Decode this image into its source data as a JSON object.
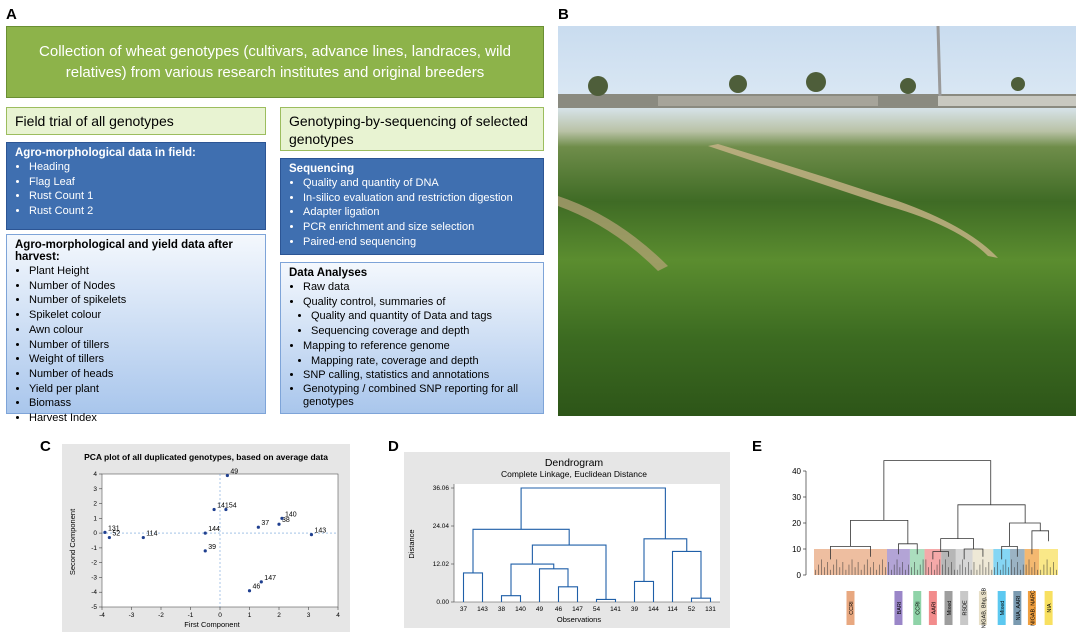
{
  "panels": {
    "a": "A",
    "b": "B",
    "c": "C",
    "d": "D",
    "e": "E"
  },
  "panel_a": {
    "title": "Collection of wheat genotypes (cultivars, advance lines, landraces, wild relatives) from various research institutes  and original breeders",
    "field_trial": "Field trial of all genotypes",
    "gbs": "Genotyping-by-sequencing of selected genotypes",
    "agro_field": {
      "header": "Agro-morphological data in field:",
      "items": [
        "Heading",
        "Flag Leaf",
        "Rust Count 1",
        "Rust Count 2"
      ]
    },
    "agro_harvest": {
      "header": "Agro-morphological and yield data after harvest:",
      "items": [
        "Plant Height",
        "Number of Nodes",
        "Number of spikelets",
        "Spikelet colour",
        "Awn colour",
        "Number of tillers",
        "Weight of tillers",
        "Number of heads",
        "Yield per plant",
        "Biomass",
        "Harvest Index"
      ]
    },
    "sequencing": {
      "header": "Sequencing",
      "items": [
        "Quality and quantity of DNA",
        "In-silico evaluation and restriction digestion",
        "Adapter ligation",
        "PCR enrichment and size selection",
        "Paired-end sequencing"
      ]
    },
    "analyses": {
      "header": "Data Analyses",
      "items": [
        "Raw data",
        "Quality control, summaries of",
        "Quality and quantity of Data and tags",
        "Sequencing coverage and depth",
        "Mapping to reference genome",
        "Mapping rate, coverage and depth",
        "SNP calling, statistics and annotations",
        "Genotyping / combined SNP reporting for all genotypes"
      ]
    }
  },
  "chart_data": [
    {
      "type": "scatter",
      "title": "PCA plot of all duplicated genotypes, based on average data",
      "xlabel": "First Component",
      "ylabel": "Second Component",
      "xlim": [
        -4,
        4
      ],
      "ylim": [
        -5,
        4
      ],
      "xticks": [
        "-4",
        "-3",
        "-2",
        "-1",
        "0",
        "1",
        "2",
        "3",
        "4"
      ],
      "yticks": [
        "-5",
        "-4",
        "-3",
        "-2",
        "-1",
        "0",
        "1",
        "2",
        "3",
        "4"
      ],
      "points": [
        {
          "label": "49",
          "x": 0.25,
          "y": 3.9
        },
        {
          "label": "141",
          "x": -0.2,
          "y": 1.6
        },
        {
          "label": "54",
          "x": 0.2,
          "y": 1.6
        },
        {
          "label": "131",
          "x": -3.9,
          "y": 0.05
        },
        {
          "label": "52",
          "x": -3.75,
          "y": -0.3
        },
        {
          "label": "114",
          "x": -2.6,
          "y": -0.3
        },
        {
          "label": "144",
          "x": -0.5,
          "y": 0.0
        },
        {
          "label": "39",
          "x": -0.5,
          "y": -1.2
        },
        {
          "label": "37",
          "x": 1.3,
          "y": 0.4
        },
        {
          "label": "38",
          "x": 2.0,
          "y": 0.6
        },
        {
          "label": "140",
          "x": 2.1,
          "y": 1.0
        },
        {
          "label": "143",
          "x": 3.1,
          "y": -0.1
        },
        {
          "label": "46",
          "x": 1.0,
          "y": -3.9
        },
        {
          "label": "147",
          "x": 1.4,
          "y": -3.3
        }
      ]
    },
    {
      "type": "dendrogram",
      "title": "Dendrogram",
      "subtitle": "Complete Linkage, Euclidean Distance",
      "xlabel": "Observations",
      "ylabel": "Distance",
      "yticks": [
        "0.00",
        "12.02",
        "24.04",
        "36.06"
      ],
      "ylim": [
        0,
        36.06
      ],
      "leaves": [
        "37",
        "143",
        "38",
        "140",
        "49",
        "46",
        "147",
        "54",
        "141",
        "39",
        "144",
        "114",
        "52",
        "131"
      ]
    },
    {
      "type": "dendrogram",
      "yticks": [
        "0",
        "10",
        "20",
        "30",
        "40"
      ],
      "ylim": [
        0,
        45
      ],
      "groups": [
        {
          "label": "CCRI",
          "color": "#e8a880"
        },
        {
          "label": "BARI",
          "color": "#9a86c8"
        },
        {
          "label": "CCRI",
          "color": "#8fd3a8"
        },
        {
          "label": "AARI",
          "color": "#f28c8c"
        },
        {
          "label": "Mixed",
          "color": "#9e9e9e"
        },
        {
          "label": "RSDE",
          "color": "#c8c8c8"
        },
        {
          "label": "NIGAB, Bhg, SB",
          "color": "#e8e0c8"
        },
        {
          "label": "Mixed",
          "color": "#5cc8f0"
        },
        {
          "label": "NIA, AARI",
          "color": "#7a9ab0"
        },
        {
          "label": "NIGAB, NARC",
          "color": "#f0a040"
        },
        {
          "label": "NIA",
          "color": "#f8e060"
        }
      ]
    }
  ]
}
